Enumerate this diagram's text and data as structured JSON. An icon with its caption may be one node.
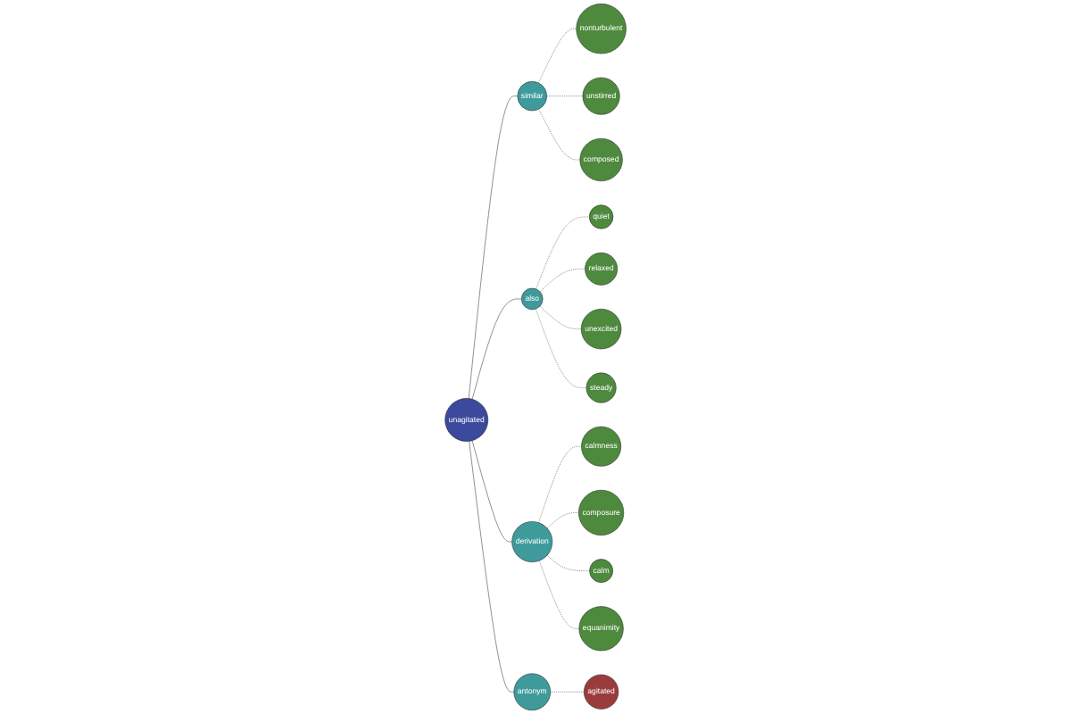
{
  "diagram": {
    "nodes": [
      {
        "text": [
          "nonturbulent"
        ]
      },
      {
        "text": [
          "unstirred"
        ]
      },
      {
        "text": [
          "composed"
        ]
      },
      {
        "text": [
          "similar"
        ]
      },
      {
        "text": [
          "quiet"
        ]
      },
      {
        "text": [
          "relaxed"
        ]
      },
      {
        "text": [
          "calmness"
        ]
      },
      {
        "text": [
          "unexcited"
        ]
      },
      {
        "text": [
          "also"
        ]
      },
      {
        "text": [
          "unagitated"
        ]
      },
      {
        "text": [
          "steady"
        ]
      },
      {
        "text": [
          "derivation"
        ]
      },
      {
        "text": [
          "antonym"
        ]
      },
      {
        "text": [
          "composure"
        ]
      },
      {
        "text": [
          "calm"
        ]
      },
      {
        "text": [
          "equanimity"
        ]
      },
      {
        "text": [
          "agitated"
        ]
      }
    ],
    "edges": [
      {
        "from": 9,
        "to": 3,
        "arrow": "none"
      },
      {
        "from": 9,
        "to": 8,
        "arrow": "none"
      },
      {
        "from": 9,
        "to": 11,
        "arrow": "none"
      },
      {
        "from": 9,
        "to": 12,
        "arrow": "none"
      },
      {
        "from": 3,
        "to": 0,
        "arrow": "none",
        "style": "dashed"
      },
      {
        "from": 3,
        "to": 1,
        "arrow": "none",
        "style": "dashed"
      },
      {
        "from": 3,
        "to": 2,
        "arrow": "none",
        "style": "dashed"
      },
      {
        "from": 8,
        "to": 4,
        "arrow": "none",
        "style": "dashed"
      },
      {
        "from": 8,
        "to": 5,
        "arrow": "none",
        "style": "dashed"
      },
      {
        "from": 8,
        "to": 7,
        "arrow": "none",
        "style": "dashed"
      },
      {
        "from": 8,
        "to": 10,
        "arrow": "none",
        "style": "dashed"
      },
      {
        "from": 11,
        "to": 6,
        "arrow": "none",
        "style": "dashed"
      },
      {
        "from": 11,
        "to": 13,
        "arrow": "none",
        "style": "dashed"
      },
      {
        "from": 11,
        "to": 14,
        "arrow": "none",
        "style": "dashed"
      },
      {
        "from": 11,
        "to": 15,
        "arrow": "none",
        "style": "dashed"
      },
      {
        "from": 12,
        "to": 16,
        "arrow": "none",
        "style": "dashed"
      }
    ]
  }
}
